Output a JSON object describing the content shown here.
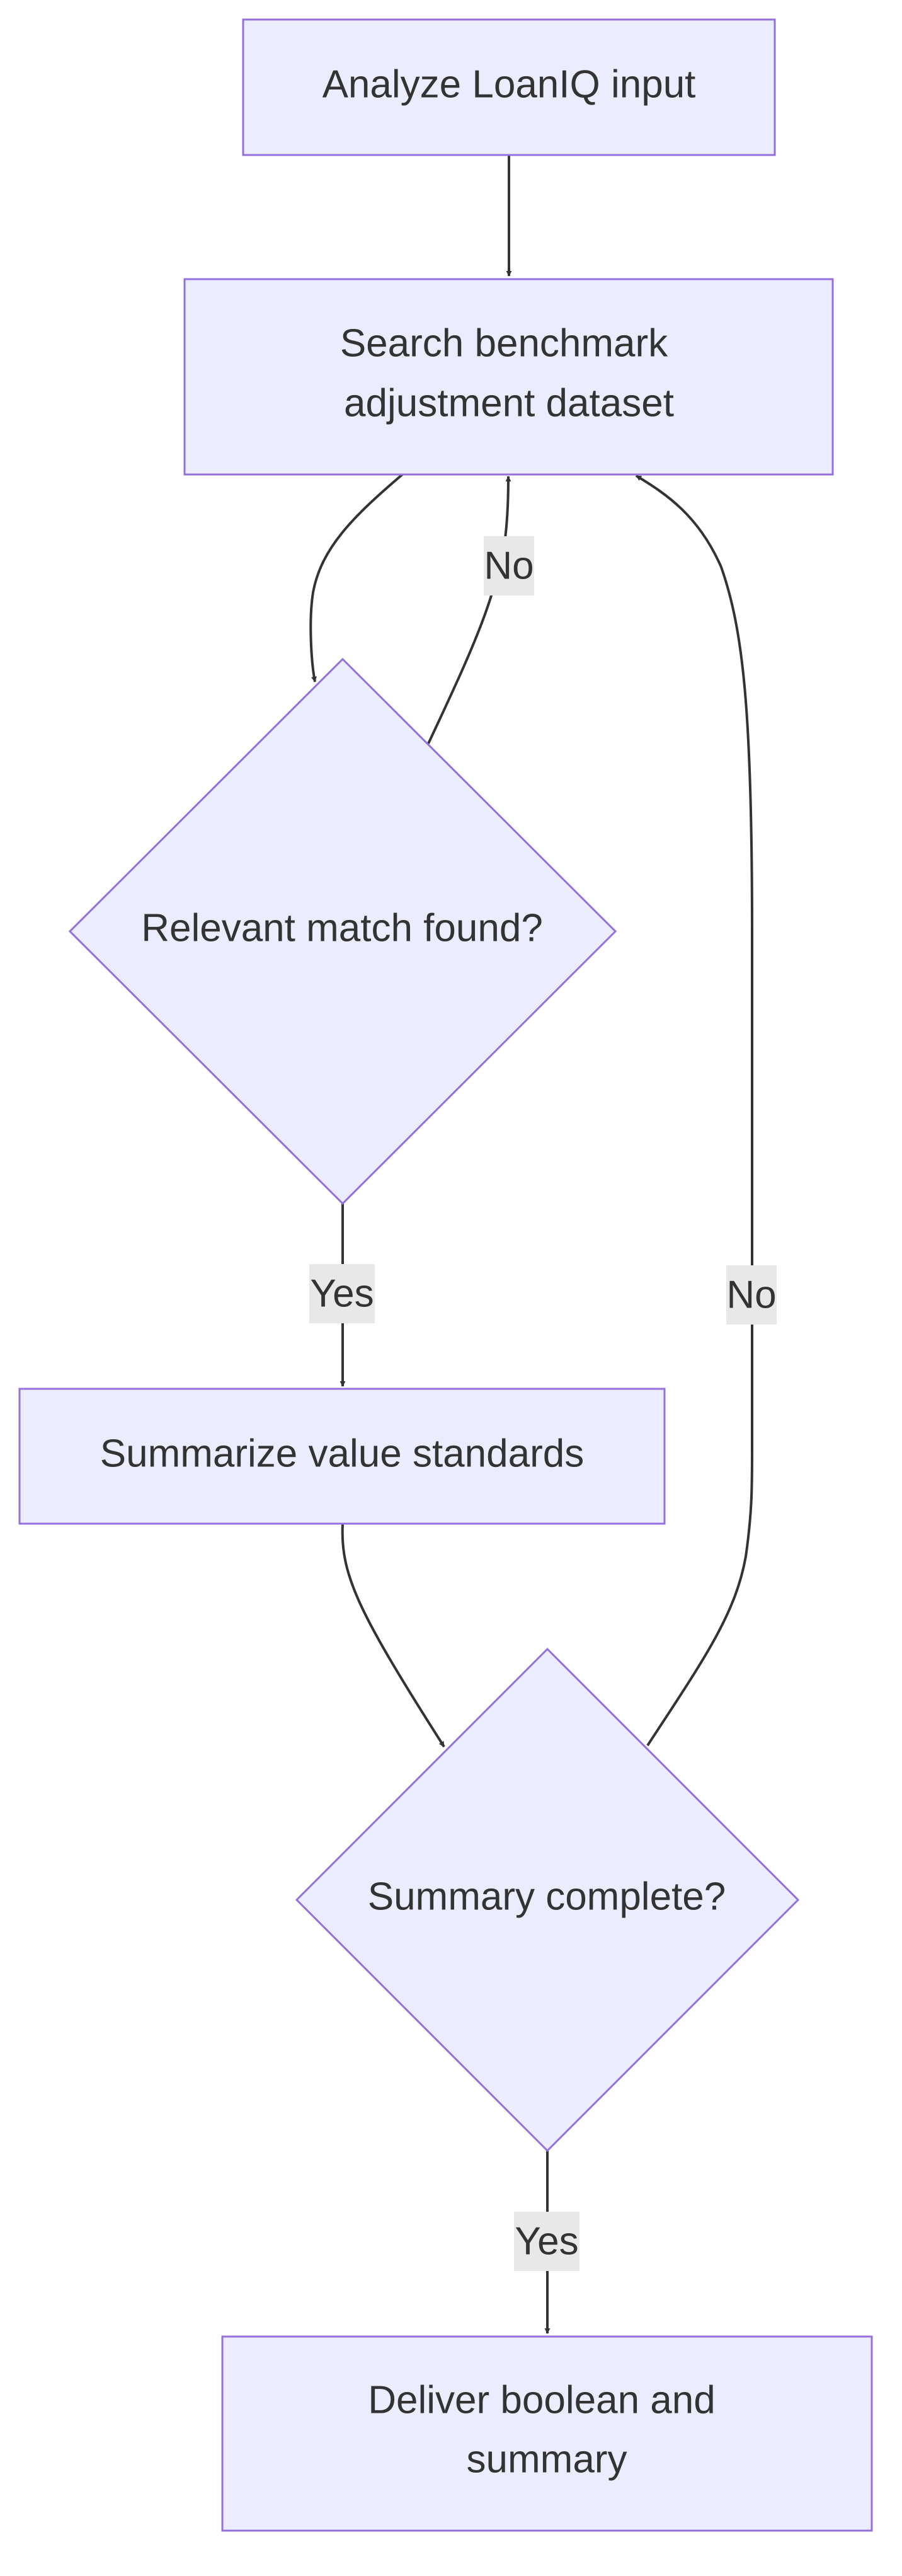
{
  "diagram": {
    "nodes": {
      "analyze": {
        "lines": [
          "Analyze LoanIQ input"
        ]
      },
      "search": {
        "lines": [
          "Search benchmark",
          "adjustment dataset"
        ]
      },
      "match": {
        "lines": [
          "Relevant match found?"
        ]
      },
      "summarize": {
        "lines": [
          "Summarize value standards"
        ]
      },
      "complete": {
        "lines": [
          "Summary complete?"
        ]
      },
      "deliver": {
        "lines": [
          "Deliver boolean and",
          "summary"
        ]
      }
    },
    "edges": {
      "match_no": "No",
      "match_yes": "Yes",
      "complete_no": "No",
      "complete_yes": "Yes"
    },
    "colors": {
      "node_fill": "#ececff",
      "node_stroke": "#9370db",
      "edge": "#333333",
      "label_bg": "#e8e8e8",
      "text": "#333333"
    }
  }
}
